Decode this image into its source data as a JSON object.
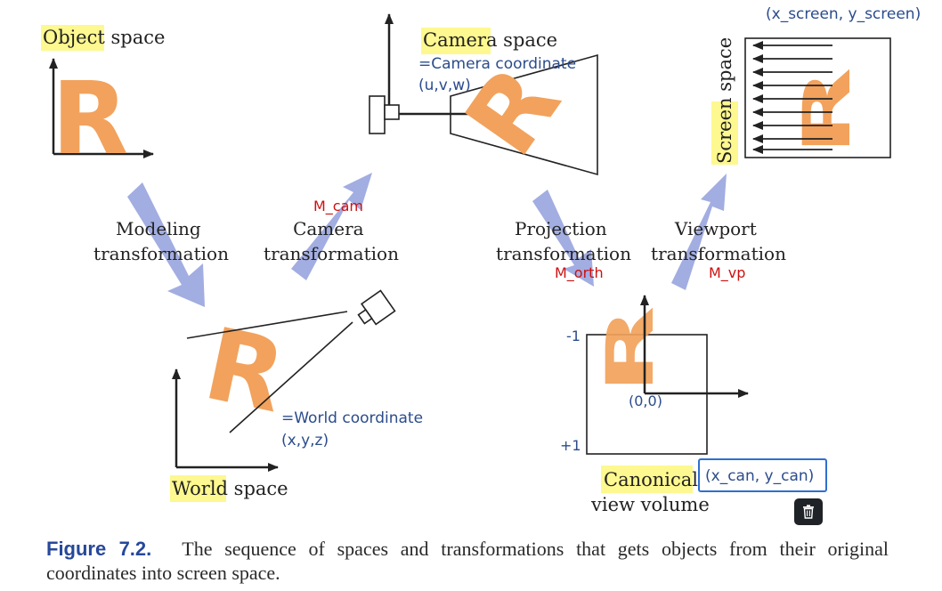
{
  "labels": {
    "object_space": {
      "highlight": "Object",
      "rest": " space"
    },
    "world_space": {
      "highlight": "World",
      "rest": " space"
    },
    "camera_space": {
      "highlight": "Camera",
      "rest": " space"
    },
    "screen_space": {
      "highlight": "Screen",
      "rest": " space"
    },
    "canonical": {
      "highlight": "Canonical",
      "line2": "view volume"
    },
    "modeling": [
      "Modeling",
      "transformation"
    ],
    "camera_t": [
      "Camera",
      "transformation"
    ],
    "projection": [
      "Projection",
      "transformation"
    ],
    "viewport": [
      "Viewport",
      "transformation"
    ]
  },
  "annotations": {
    "camera_coord": "=Camera coordinate",
    "camera_uvw": "(u,v,w)",
    "world_coord": "=World coordinate",
    "world_xyz": "(x,y,z)",
    "screen_xy": "(x_screen, y_screen)",
    "can_xy": "(x_can, y_can)",
    "origin": "(0,0)",
    "tick_top": "-1",
    "tick_bottom": "+1"
  },
  "matrices": {
    "m_cam": "M_cam",
    "m_orth": "M_orth",
    "m_vp": "M_vp"
  },
  "glyph": "R",
  "caption": {
    "label": "Figure 7.2.",
    "text": "The sequence of spaces and transformations that gets objects from their original coordinates into screen space."
  },
  "colors": {
    "highlight": "#fdf88f",
    "shape": "#f2a25c",
    "arrow": "#a2ade1",
    "annotation_blue": "#2b4c8c",
    "matrix_red": "#cc1111",
    "box_blue": "#2f6fd1"
  },
  "toolbar": {
    "delete_icon": "trash-icon"
  }
}
